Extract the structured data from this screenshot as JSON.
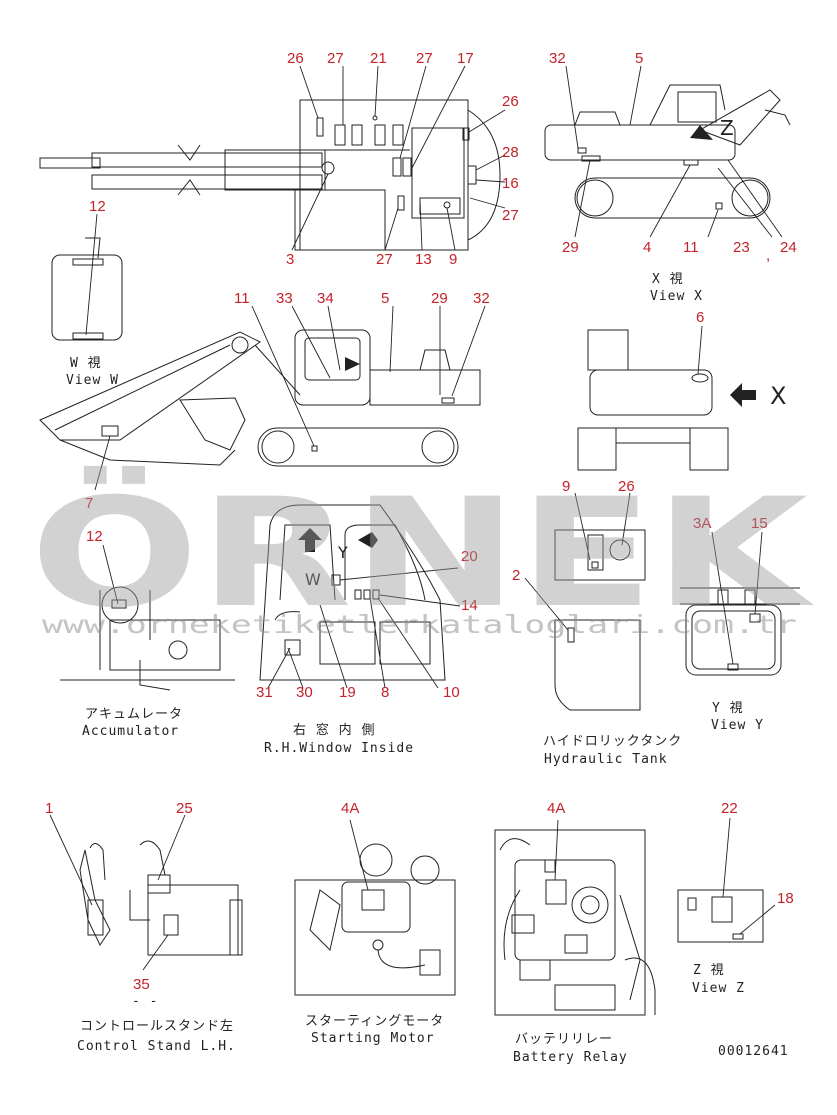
{
  "callouts": {
    "top": [
      "26",
      "27",
      "21",
      "27",
      "17",
      "26",
      "28",
      "16",
      "27",
      "9",
      "13",
      "27",
      "3"
    ],
    "view_x": [
      "32",
      "5",
      "29",
      "4",
      "11",
      "23",
      "24",
      ","
    ],
    "view_w": [
      "12"
    ],
    "side": [
      "11",
      "33",
      "34",
      "5",
      "29",
      "32",
      "7"
    ],
    "rear": [
      "6"
    ],
    "accumulator": [
      "12"
    ],
    "window": [
      "20",
      "14",
      "31",
      "30",
      "19",
      "8",
      "10"
    ],
    "tank": [
      "9",
      "26",
      "2"
    ],
    "view_y": [
      "3A",
      "15"
    ],
    "control": [
      "1",
      "25",
      "35"
    ],
    "starting": [
      "4A"
    ],
    "battery": [
      "4A"
    ],
    "view_z": [
      "22",
      "18"
    ]
  },
  "captions": {
    "view_x_jp": "X 視",
    "view_x_en": "View X",
    "view_w_jp": "W 視",
    "view_w_en": "View W",
    "accumulator_jp": "アキュムレータ",
    "accumulator_en": "Accumulator",
    "window_jp": "右 窓 内 側",
    "window_en": "R.H.Window Inside",
    "tank_jp": "ハイドロリックタンク",
    "tank_en": "Hydraulic Tank",
    "view_y_jp": "Y 視",
    "view_y_en": "View Y",
    "control_jp": "コントロールスタンド左",
    "control_en": "Control Stand L.H.",
    "control_dash": "- -",
    "starting_jp": "スターティングモータ",
    "starting_en": "Starting Motor",
    "battery_jp": "バッテリリレー",
    "battery_en": "Battery Relay",
    "view_z_jp": "Z 視",
    "view_z_en": "View Z",
    "drawing_no": "00012641"
  },
  "marks": {
    "x_letter": "X",
    "y_letter": "Y",
    "w_letter": "W"
  },
  "watermark": {
    "big": "ÖRNEK",
    "url": "www.orneketiketlerkataloglari.com.tr"
  },
  "colors": {
    "callout": "#c4222a",
    "line": "#222222",
    "watermark": "#9b9b9b"
  }
}
